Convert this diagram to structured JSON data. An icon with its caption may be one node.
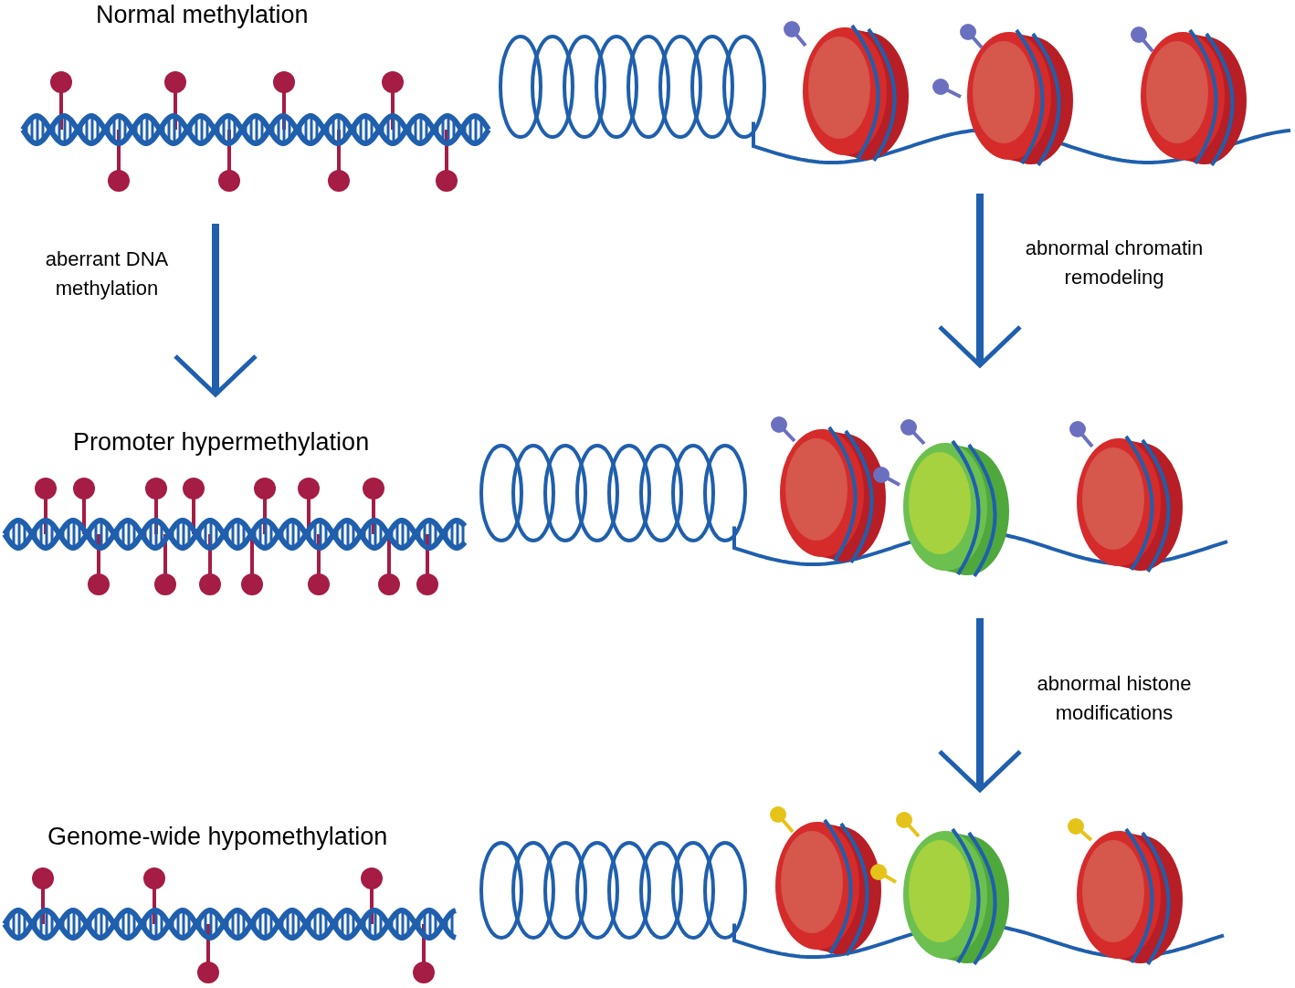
{
  "diagram": {
    "nodes": [
      {
        "text": [
          "Normal methylation"
        ]
      },
      {
        "text": [],
        "shape": "picture"
      },
      {
        "text": [
          "Promoter hypermethylation"
        ]
      },
      {
        "text": [],
        "shape": "picture"
      },
      {
        "text": [
          "Genome-wide hypomethylation"
        ]
      },
      {
        "text": [],
        "shape": "picture"
      }
    ],
    "edges": [
      {
        "from": 0,
        "to": 2,
        "arrow": "to",
        "label": "aberrant DNA methylation"
      },
      {
        "from": 1,
        "to": 3,
        "arrow": "to",
        "label": "abnormal chromatin remodeling"
      },
      {
        "from": 3,
        "to": 5,
        "arrow": "to",
        "label": "abnormal histone modifications"
      }
    ]
  }
}
